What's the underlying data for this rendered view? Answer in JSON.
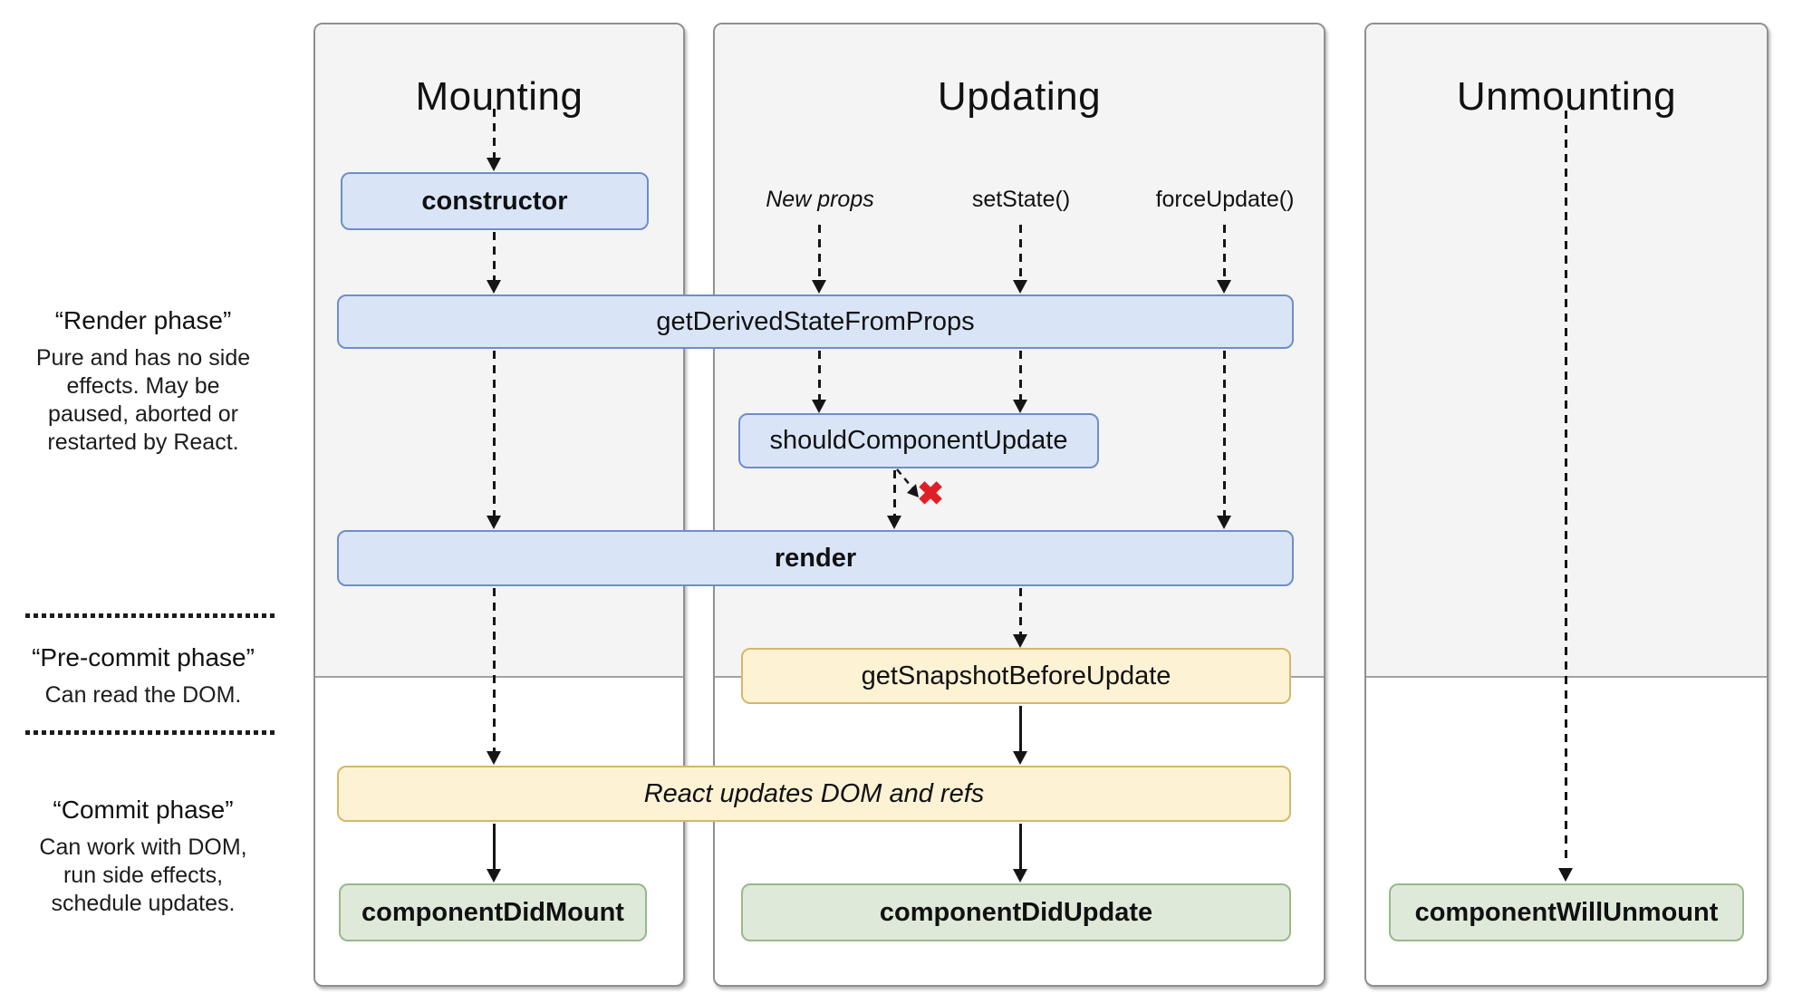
{
  "panels": {
    "mounting": {
      "title": "Mounting"
    },
    "updating": {
      "title": "Updating"
    },
    "unmounting": {
      "title": "Unmounting"
    }
  },
  "phases": {
    "render": {
      "title": "“Render phase”",
      "description": [
        "Pure and has no side",
        "effects. May be",
        "paused, aborted or",
        "restarted by React."
      ]
    },
    "pre_commit": {
      "title": "“Pre-commit phase”",
      "description": [
        "Can read the DOM."
      ]
    },
    "commit": {
      "title": "“Commit phase”",
      "description": [
        "Can work with DOM,",
        "run side effects,",
        "schedule updates."
      ]
    }
  },
  "triggers": {
    "new_props": "New props",
    "set_state": "setState()",
    "force_update": "forceUpdate()"
  },
  "lifecycle": {
    "constructor": "constructor",
    "get_derived_state_from_props": "getDerivedStateFromProps",
    "should_component_update": "shouldComponentUpdate",
    "render": "render",
    "get_snapshot_before_update": "getSnapshotBeforeUpdate",
    "react_updates_dom": "React updates DOM and refs",
    "component_did_mount": "componentDidMount",
    "component_did_update": "componentDidUpdate",
    "component_will_unmount": "componentWillUnmount"
  },
  "symbols": {
    "skip_x": "✖"
  },
  "colors": {
    "method_blue_fill": "#d9e5f7",
    "method_blue_border": "#6f8dc9",
    "commit_yellow_fill": "#fdf2d4",
    "commit_yellow_border": "#d6b766",
    "done_green_fill": "#dfe9d9",
    "done_green_border": "#97b98b",
    "skip_red": "#de1f26",
    "render_phase_bg": "#f4f4f5"
  }
}
